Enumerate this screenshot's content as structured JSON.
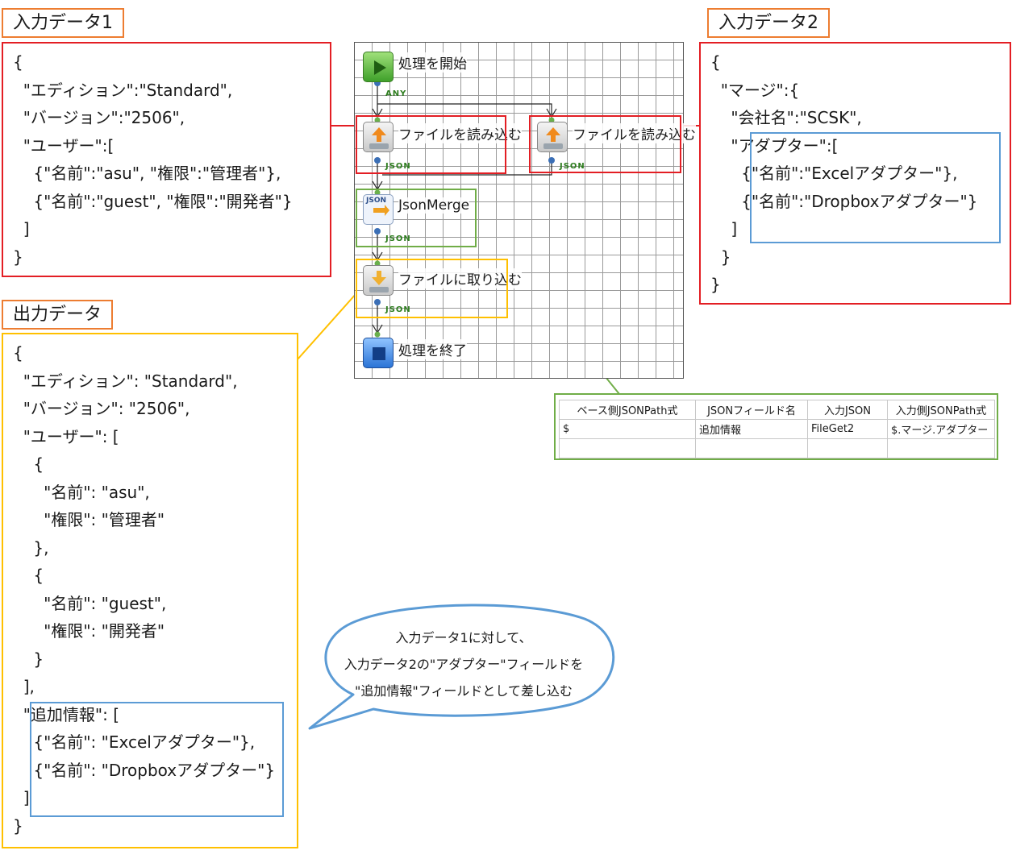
{
  "input1": {
    "title": "入力データ1",
    "lines": [
      "{",
      "  \"エディション\":\"Standard\",",
      "  \"バージョン\":\"2506\",",
      "  \"ユーザー\":[",
      "    {\"名前\":\"asu\", \"権限\":\"管理者\"},",
      "    {\"名前\":\"guest\", \"権限\":\"開発者\"}",
      "  ]",
      "}"
    ]
  },
  "input2": {
    "title": "入力データ2",
    "lines": [
      "{",
      "  \"マージ\":{",
      "    \"会社名\":\"SCSK\",",
      "    \"アダプター\":[",
      "      {\"名前\":\"Excelアダプター\"},",
      "      {\"名前\":\"Dropboxアダプター\"}",
      "    ]",
      "  }",
      "}"
    ]
  },
  "output": {
    "title": "出力データ",
    "lines": [
      "{",
      "  \"エディション\": \"Standard\",",
      "  \"バージョン\": \"2506\",",
      "  \"ユーザー\": [",
      "    {",
      "      \"名前\": \"asu\",",
      "      \"権限\": \"管理者\"",
      "    },",
      "    {",
      "      \"名前\": \"guest\",",
      "      \"権限\": \"開発者\"",
      "    }",
      "  ],",
      "  \"追加情報\": [",
      "    {\"名前\": \"Excelアダプター\"},",
      "    {\"名前\": \"Dropboxアダプター\"}",
      "  ]",
      "}"
    ]
  },
  "flow": {
    "start_label": "処理を開始",
    "any_tag": "ANY",
    "read1_label": "ファイルを読み込む",
    "read2_label": "ファイルを読み込む",
    "json_tag": "JSON",
    "merge_label": "JsonMerge",
    "merge_icon_text": "JSON",
    "write_label": "ファイルに取り込む",
    "end_label": "処理を終了"
  },
  "mapping": {
    "headers": [
      "ベース側JSONPath式",
      "JSONフィールド名",
      "入力JSON",
      "入力側JSONPath式"
    ],
    "rows": [
      [
        "$",
        "追加情報",
        "FileGet2",
        "$.マージ.アダプター"
      ],
      [
        "",
        "",
        "",
        ""
      ]
    ]
  },
  "callout": {
    "lines": [
      "入力データ1に対して、",
      "入力データ2の\"アダプター\"フィールドを",
      "\"追加情報\"フィールドとして差し込む"
    ]
  },
  "colors": {
    "red": "#e31e24",
    "orange": "#ed7d31",
    "yellow": "#ffc000",
    "blue": "#5b9bd5",
    "green": "#70ad47"
  }
}
